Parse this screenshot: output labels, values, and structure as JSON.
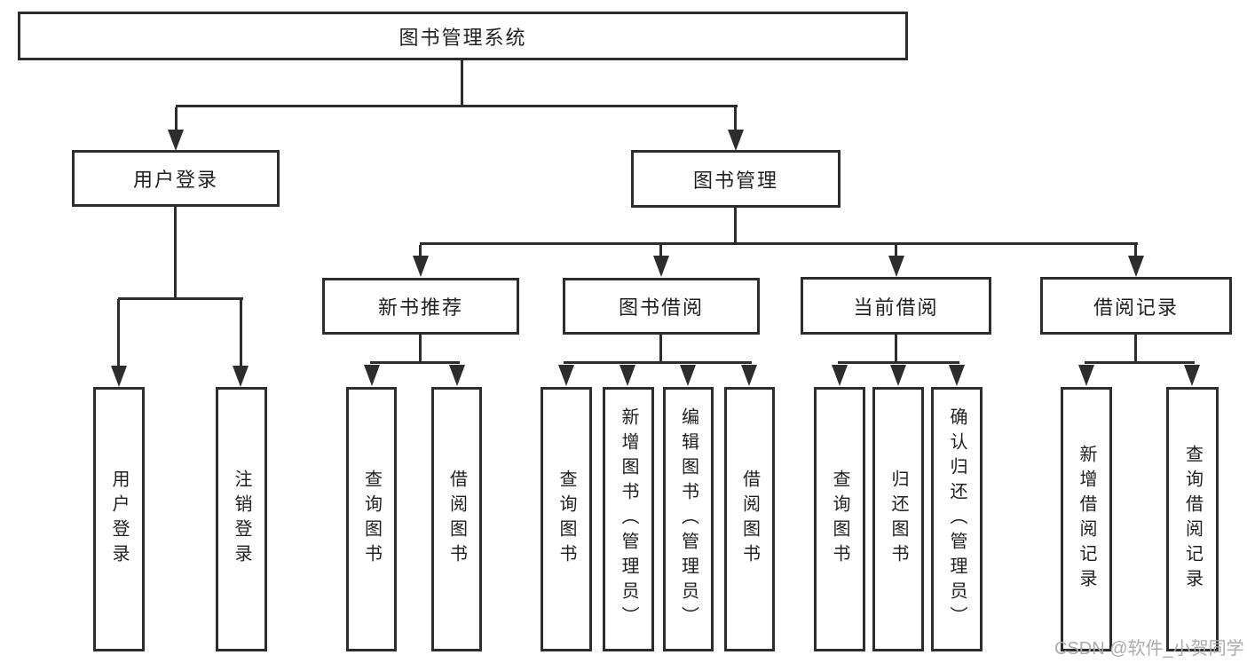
{
  "diagram": {
    "root_label": "图书管理系统",
    "watermark": "CSDN @软件_小贺同学",
    "branches": {
      "user_login": {
        "label": "用户登录",
        "children": [
          "用户登录",
          "注销登录"
        ]
      },
      "book_mgmt": {
        "label": "图书管理"
      },
      "new_books": {
        "label": "新书推荐",
        "children": [
          "查询图书",
          "借阅图书"
        ]
      },
      "book_borrow": {
        "label": "图书借阅",
        "children": [
          "查询图书",
          "新增图书（管理员）",
          "编辑图书（管理员）",
          "借阅图书"
        ]
      },
      "current_borrow": {
        "label": "当前借阅",
        "children": [
          "查询图书",
          "归还图书",
          "确认归还（管理员）"
        ]
      },
      "borrow_records": {
        "label": "借阅记录",
        "children": [
          "新增借阅记录",
          "查询借阅记录"
        ]
      }
    },
    "colors": {
      "line": "#2d2d2d",
      "text": "#1f1f1f",
      "watermark": "#ababab",
      "background": "#ffffff"
    }
  }
}
